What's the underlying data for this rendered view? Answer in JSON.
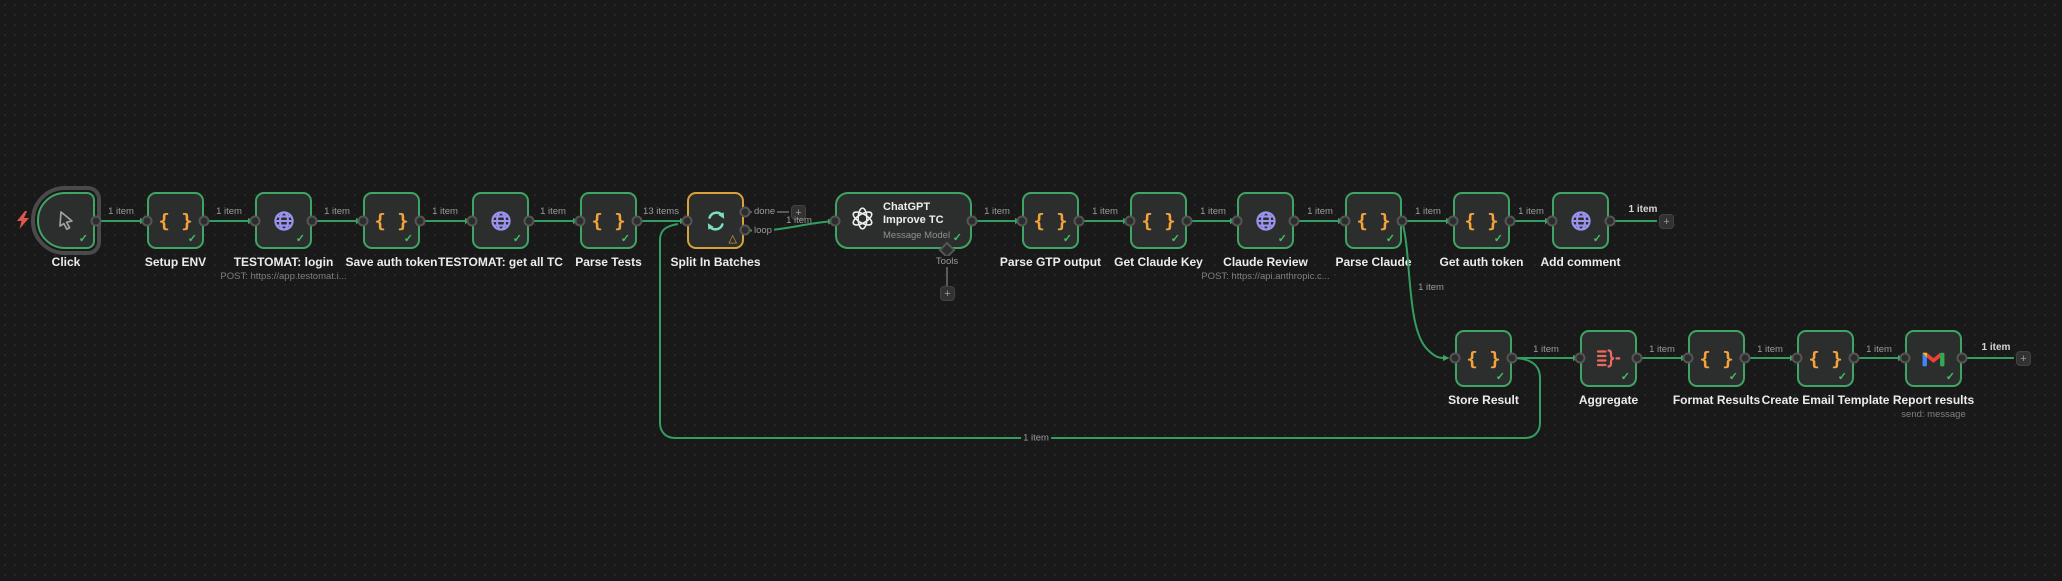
{
  "app": {
    "name": "n8n workflow canvas"
  },
  "ui": {
    "plus": "+",
    "check": "✓",
    "warning_triangle": "△",
    "code_glyph": "{ }"
  },
  "colors": {
    "canvas_bg": "#191919",
    "node_bg": "#2c2e2d",
    "node_border_green": "#3fa564",
    "connection_green": "#339e62",
    "connection_gray": "#5a5a5a",
    "warning_orange": "#d9a13c",
    "code_orange": "#f2a33c",
    "http_purple": "#9a94ee",
    "loop_teal": "#7adfc0",
    "aggregate_red": "#ec6a60",
    "trigger_bolt_red": "#df564d"
  },
  "nodes": [
    {
      "name": "Click",
      "icon": "cursor-icon",
      "status": "success"
    },
    {
      "name": "Setup ENV",
      "icon": "code-braces-icon",
      "status": "success"
    },
    {
      "name": "TESTOMAT: login",
      "subtitle": "POST: https://app.testomat.i...",
      "icon": "globe-icon",
      "status": "success"
    },
    {
      "name": "Save auth token",
      "icon": "code-braces-icon",
      "status": "success"
    },
    {
      "name": "TESTOMAT: get all TC",
      "icon": "globe-icon",
      "status": "success"
    },
    {
      "name": "Parse Tests",
      "icon": "code-braces-icon",
      "status": "success"
    },
    {
      "name": "Split In Batches",
      "icon": "loop-icon",
      "status": "warning",
      "output_labels": [
        "done",
        "loop"
      ]
    },
    {
      "name": "ChatGPT",
      "name_line2": "Improve TC",
      "subtitle": "Message Model",
      "icon": "openai-icon",
      "status": "success",
      "tools_port_label": "Tools"
    },
    {
      "name": "Parse GTP output",
      "icon": "code-braces-icon",
      "status": "success"
    },
    {
      "name": "Get Claude Key",
      "icon": "code-braces-icon",
      "status": "success"
    },
    {
      "name": "Claude Review",
      "subtitle": "POST: https://api.anthropic.c...",
      "icon": "globe-icon",
      "status": "success"
    },
    {
      "name": "Parse Claude",
      "icon": "code-braces-icon",
      "status": "success"
    },
    {
      "name": "Get auth token",
      "icon": "code-braces-icon",
      "status": "success"
    },
    {
      "name": "Add comment",
      "icon": "globe-icon",
      "status": "success"
    },
    {
      "name": "Store Result",
      "icon": "code-braces-icon",
      "status": "success"
    },
    {
      "name": "Aggregate",
      "icon": "aggregate-icon",
      "status": "success"
    },
    {
      "name": "Format Results",
      "icon": "code-braces-icon",
      "status": "success"
    },
    {
      "name": "Create Email Template",
      "icon": "code-braces-icon",
      "status": "success"
    },
    {
      "name": "Report results",
      "subtitle": "send: message",
      "icon": "gmail-icon",
      "status": "success"
    }
  ],
  "labels": [
    {
      "text": "1 item"
    },
    {
      "text": "1 item"
    },
    {
      "text": "1 item"
    },
    {
      "text": "1 item"
    },
    {
      "text": "1 item"
    },
    {
      "text": "13 items"
    },
    {
      "text": "done"
    },
    {
      "text": "loop"
    },
    {
      "text": "1 item"
    },
    {
      "text": "1 item"
    },
    {
      "text": "Tools"
    },
    {
      "text": "1 item"
    },
    {
      "text": "1 item"
    },
    {
      "text": "1 item"
    },
    {
      "text": "1 item"
    },
    {
      "text": "1 item"
    },
    {
      "text": "1 item"
    },
    {
      "text": "1 item"
    },
    {
      "text": "1 item"
    },
    {
      "text": "1 item"
    },
    {
      "text": "1 item"
    },
    {
      "text": "1 item"
    },
    {
      "text": "1 item"
    },
    {
      "text": "1 item"
    }
  ]
}
